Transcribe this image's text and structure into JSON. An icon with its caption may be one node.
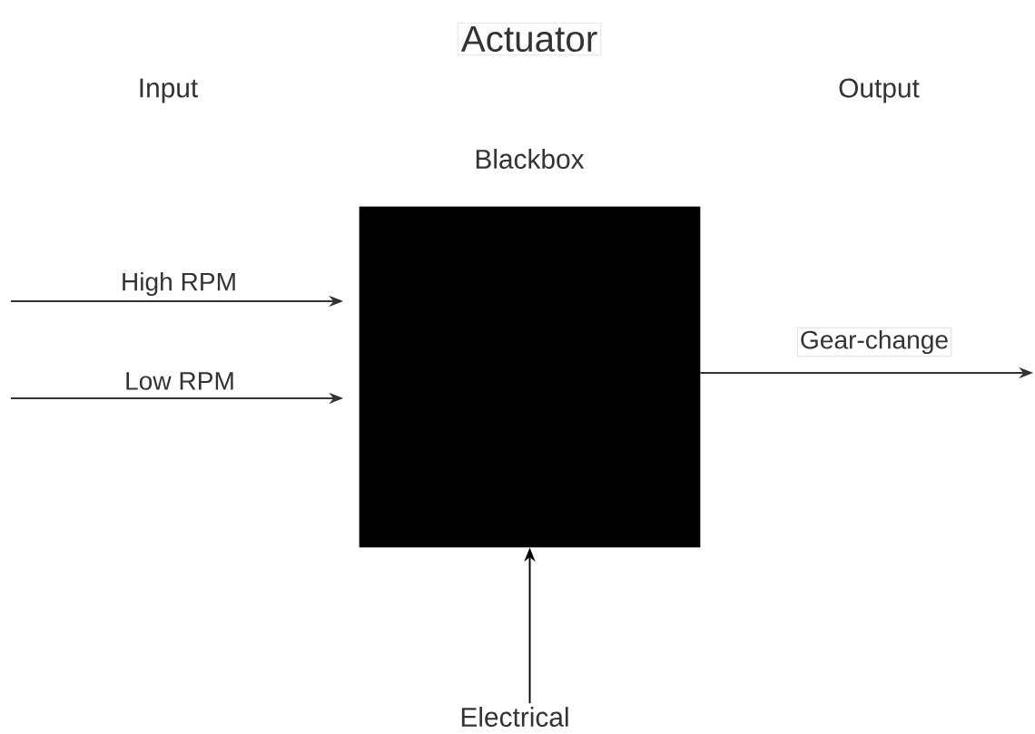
{
  "diagram": {
    "title": "Actuator",
    "nodes": [
      {
        "text": [
          "Blackbox"
        ]
      },
      {
        "text": [
          "Electrical"
        ]
      }
    ],
    "edges": [
      {
        "from": null,
        "to": 0,
        "arrow": "to",
        "label": "High RPM"
      },
      {
        "from": null,
        "to": 0,
        "arrow": "to",
        "label": "Low RPM"
      },
      {
        "from": 0,
        "to": null,
        "arrow": "to",
        "label": "Gear-change"
      },
      {
        "from": 1,
        "to": 0,
        "arrow": "to"
      }
    ],
    "labels": [
      "Input",
      "Output"
    ]
  }
}
